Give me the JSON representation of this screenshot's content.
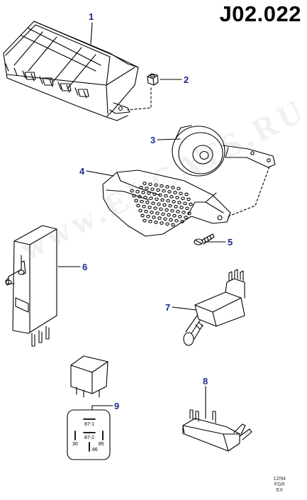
{
  "diagram_code": "J02.022",
  "watermark": "www.ELCATS.RU",
  "callouts": {
    "c1": "1",
    "c2": "2",
    "c3": "3",
    "c4": "4",
    "c5": "5",
    "c6": "6",
    "c7": "7",
    "c8": "8",
    "c9": "9"
  },
  "relay_pins": {
    "p87_1": "87-1",
    "p87_2": "87-2",
    "p30": "30",
    "p85": "85",
    "p86": "86"
  },
  "footer": {
    "date": "12/94",
    "line2": "FGR",
    "line3": "EX"
  },
  "colors": {
    "callout": "#1a2a8c",
    "line": "#000000"
  }
}
